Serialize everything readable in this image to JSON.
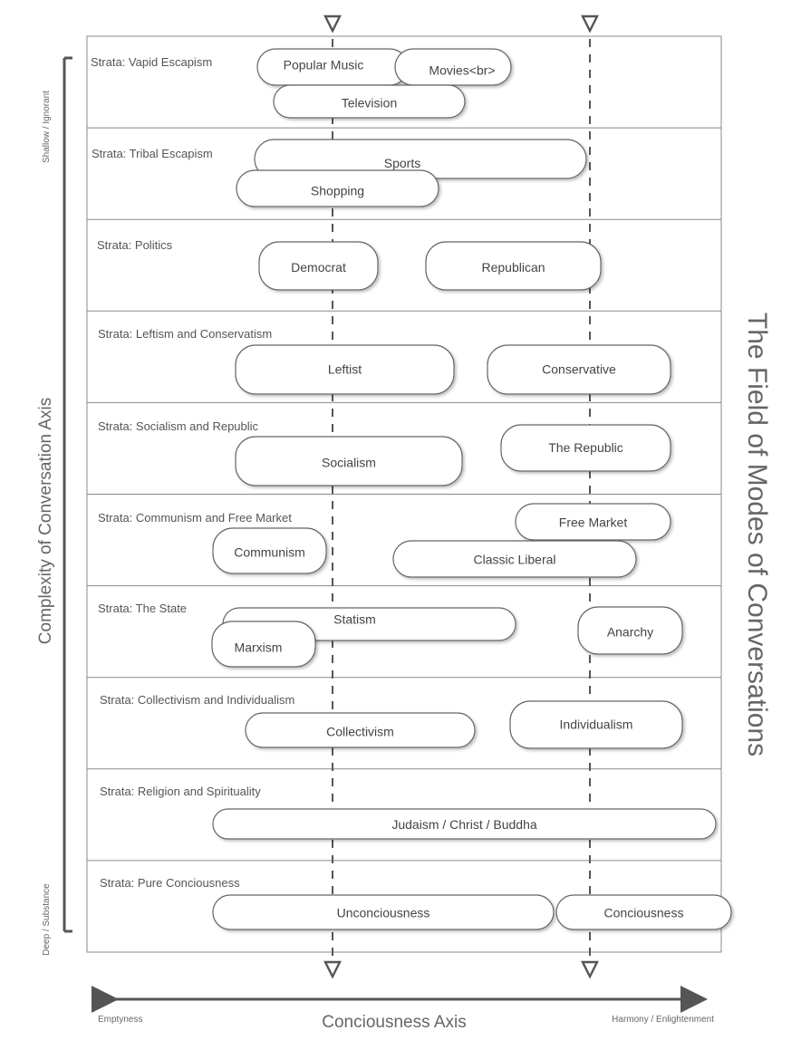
{
  "title": "The Field of Modes of Conversations",
  "y_axis": {
    "title": "Complexity of Conversation Axis",
    "top_label": "Shallow / Ignorant",
    "bottom_label": "Deep / Substance"
  },
  "x_axis": {
    "title": "Conciousness Axis",
    "left_label": "Emptyness",
    "right_label": "Harmony / Enlightenment"
  },
  "strata": [
    {
      "label": "Strata: Vapid Escapism",
      "nodes": [
        "Popular Music",
        "Movies<br>",
        "Television"
      ]
    },
    {
      "label": "Strata: Tribal Escapism",
      "nodes": [
        "Sports",
        "Shopping"
      ]
    },
    {
      "label": "Strata: Politics",
      "nodes": [
        "Democrat",
        "Republican"
      ]
    },
    {
      "label": "Strata: Leftism and Conservatism",
      "nodes": [
        "Leftist",
        "Conservative"
      ]
    },
    {
      "label": "Strata: Socialism and Republic",
      "nodes": [
        "Socialism",
        "The Republic"
      ]
    },
    {
      "label": "Strata: Communism and Free Market",
      "nodes": [
        "Free Market",
        "Communism",
        "Classic Liberal"
      ]
    },
    {
      "label": "Strata: The State",
      "nodes": [
        "Statism",
        "Marxism",
        "Anarchy"
      ]
    },
    {
      "label": "Strata: Collectivism and Individualism",
      "nodes": [
        "Collectivism",
        "Individualism"
      ]
    },
    {
      "label": "Strata: Religion and Spirituality",
      "nodes": [
        "Judaism / Christ / Buddha"
      ]
    },
    {
      "label": "Strata: Pure Conciousness",
      "nodes": [
        "Unconciousness",
        "Conciousness"
      ]
    }
  ]
}
